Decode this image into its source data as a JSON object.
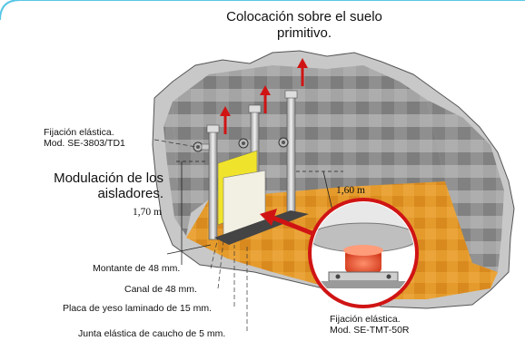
{
  "title_line1": "Colocación sobre el suelo",
  "title_line2": "primitivo.",
  "fixing_top": {
    "line1": "Fijación elástica.",
    "line2": "Mod. SE-3803/TD1"
  },
  "modulation": {
    "line1": "Modulación de los",
    "line2": "aisladores."
  },
  "dim_height": "1,70 m",
  "dim_width": "1,60 m",
  "labels": [
    "Montante de 48 mm.",
    "Canal de 48 mm.",
    "Placa de yeso laminado de 15 mm.",
    "Junta elástica de caucho de 5 mm."
  ],
  "fixing_bottom": {
    "line1": "Fijación elástica.",
    "line2": "Mod. SE-TMT-50R"
  },
  "colors": {
    "floor": "#e39a2a",
    "arrow": "#d01414",
    "wall": "#8c8c8c",
    "border": "#57c7e6"
  }
}
